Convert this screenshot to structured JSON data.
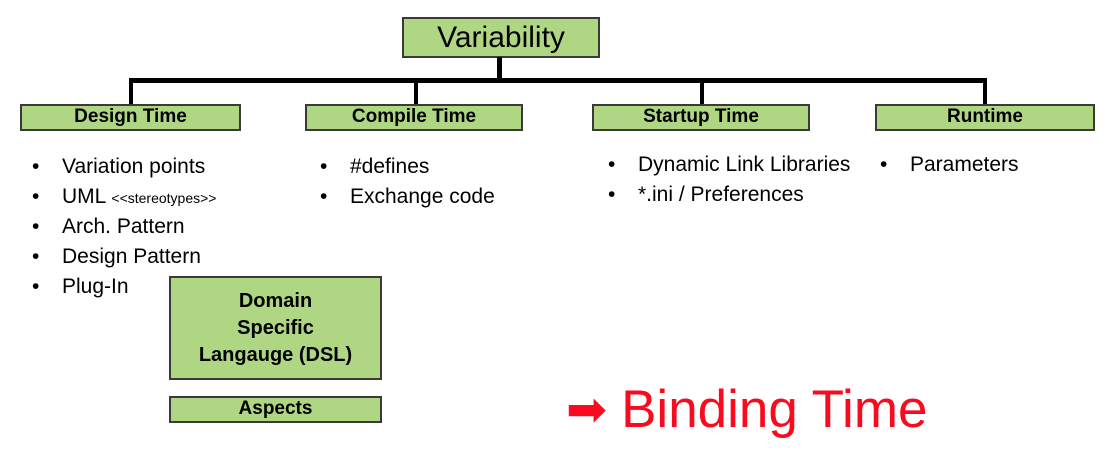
{
  "diagram": {
    "root": {
      "label": "Variability"
    },
    "colors": {
      "node_fill": "#AFD682",
      "node_border": "#3A3A3A",
      "accent_red": "#FA0A1E",
      "text": "#000000",
      "background": "#FFFFFF"
    },
    "categories": [
      {
        "id": "design-time",
        "label": "Design Time",
        "items": [
          {
            "text": "Variation points"
          },
          {
            "text": "UML",
            "suffix": "<<stereotypes>>"
          },
          {
            "text": "Arch. Pattern"
          },
          {
            "text": "Design Pattern"
          },
          {
            "text": "Plug-In"
          }
        ]
      },
      {
        "id": "compile-time",
        "label": "Compile Time",
        "items": [
          {
            "text": "#defines"
          },
          {
            "text": "Exchange code"
          }
        ]
      },
      {
        "id": "startup-time",
        "label": "Startup Time",
        "items": [
          {
            "text": "Dynamic Link Libraries"
          },
          {
            "text": "*.ini / Preferences"
          }
        ]
      },
      {
        "id": "runtime",
        "label": "Runtime",
        "items": [
          {
            "text": "Parameters"
          }
        ]
      }
    ],
    "extra_nodes": [
      {
        "id": "dsl",
        "line1": "Domain",
        "line2": "Specific",
        "line3": "Langauge (DSL)"
      },
      {
        "id": "aspects",
        "label": "Aspects"
      }
    ],
    "callout": {
      "arrow_glyph": "➡",
      "label": "Binding Time"
    },
    "bullet_glyph": "•"
  }
}
